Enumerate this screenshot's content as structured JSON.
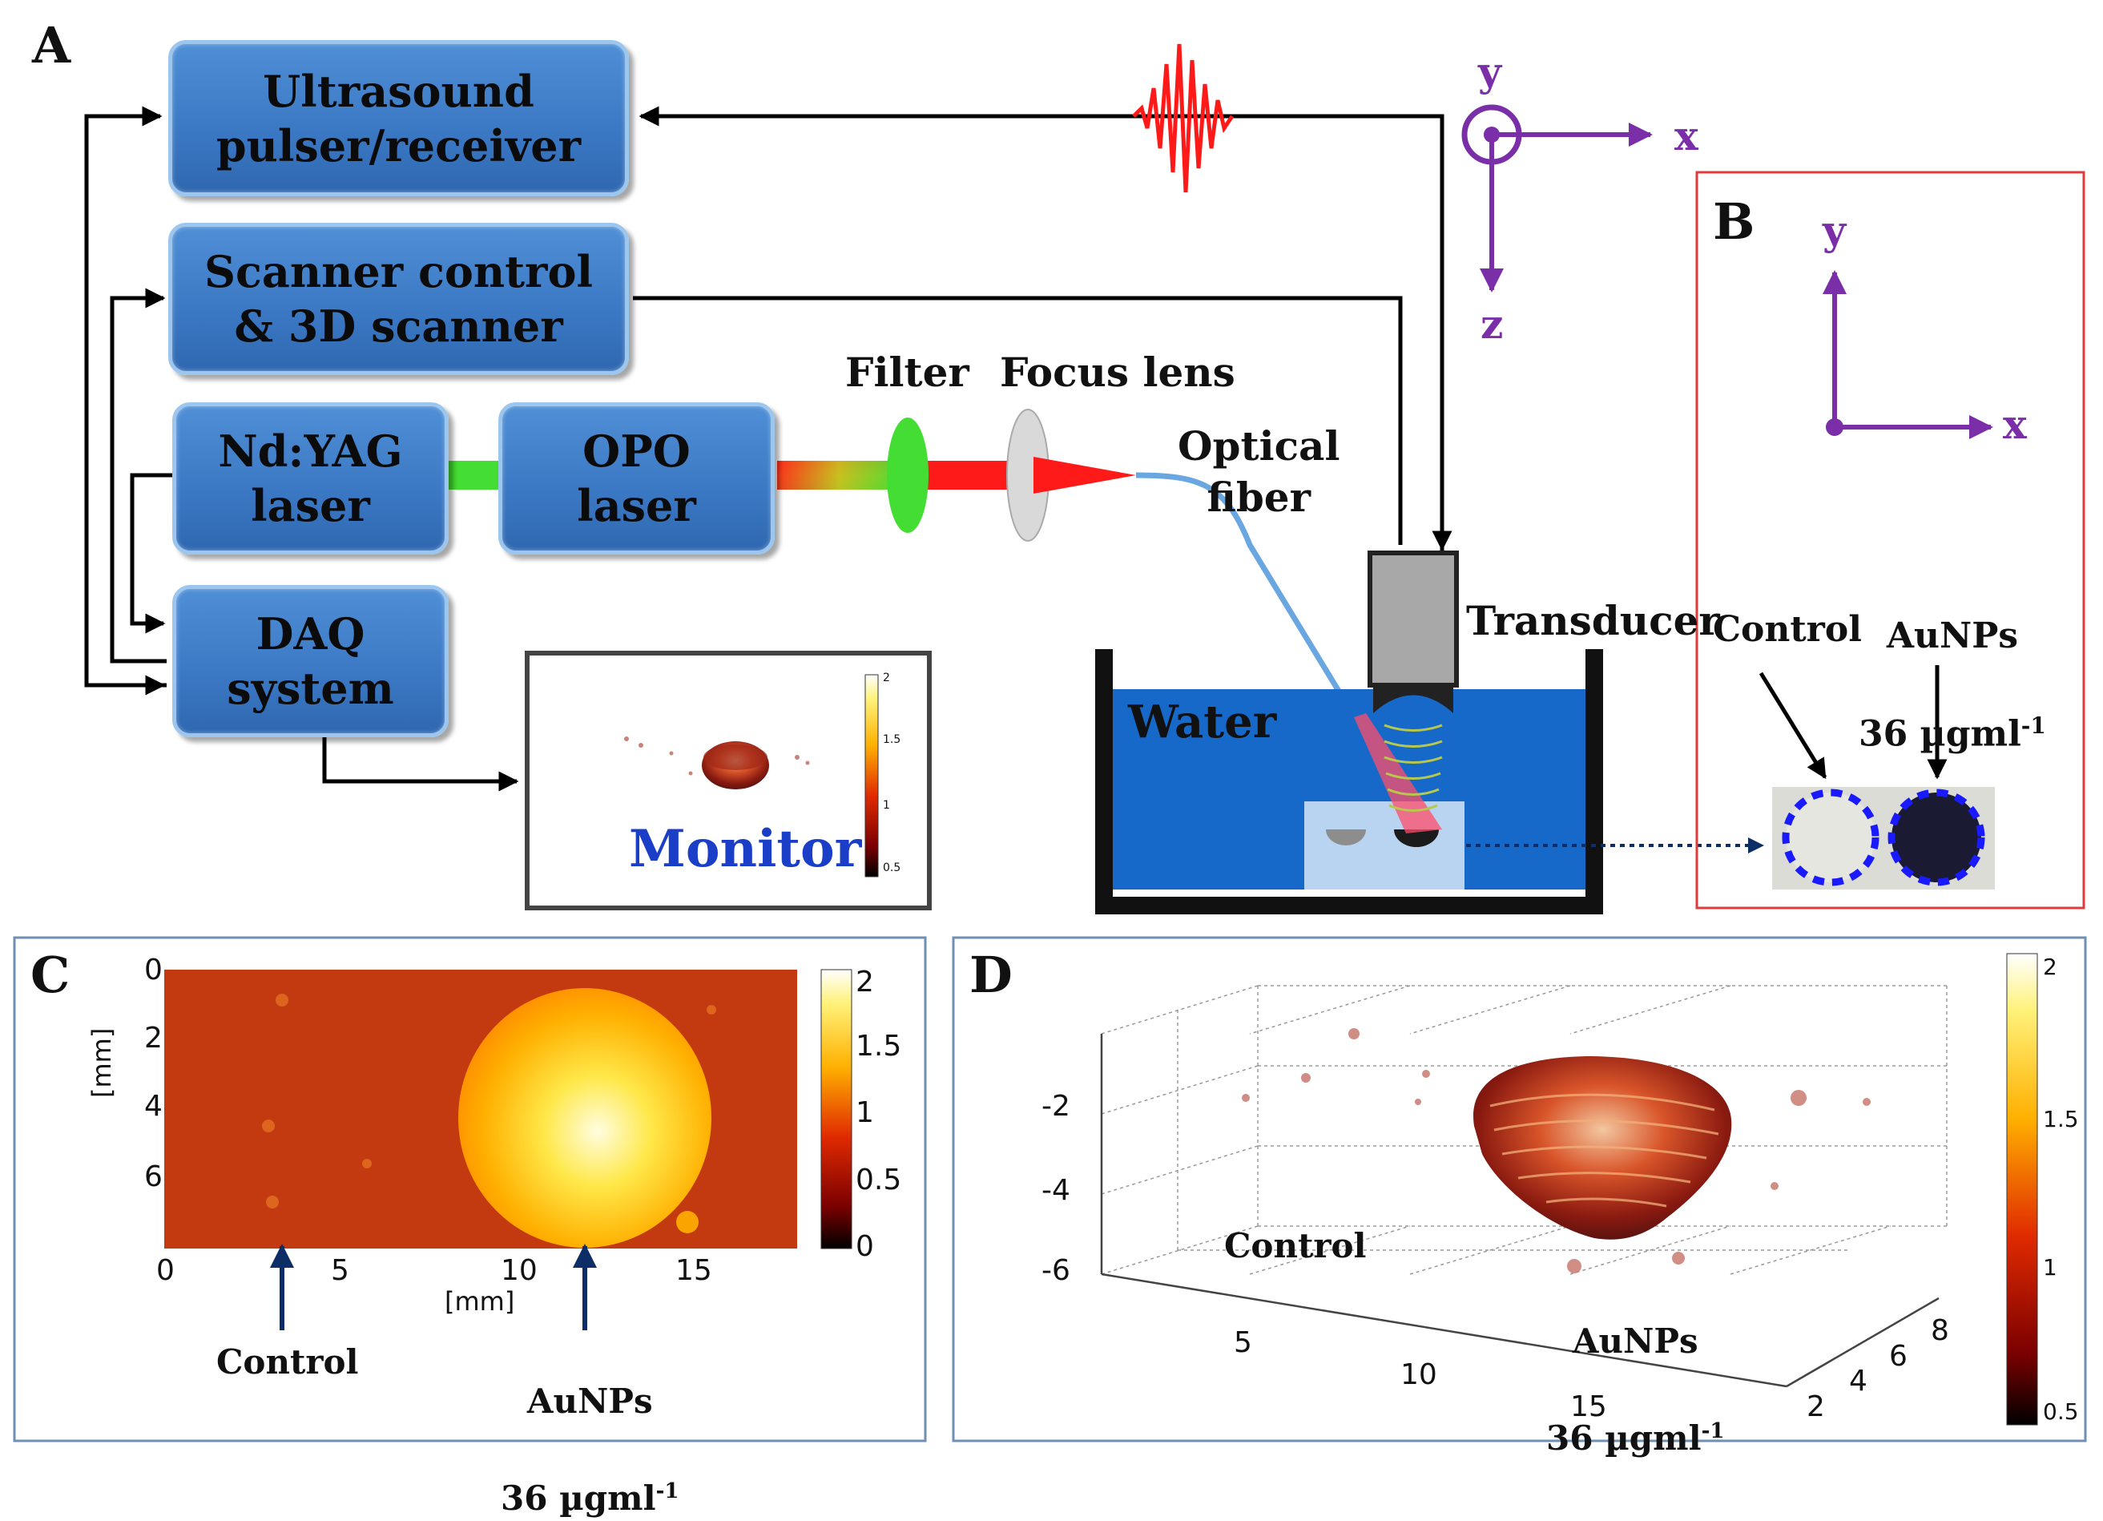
{
  "panels": {
    "a": "A",
    "b": "B",
    "c": "C",
    "d": "D"
  },
  "boxes": {
    "ultrasound": "Ultrasound\npulser/receiver",
    "scanner": "Scanner control\n& 3D scanner",
    "ndyag": "Nd:YAG\nlaser",
    "opo": "OPO\nlaser",
    "daq": "DAQ\nsystem"
  },
  "labels": {
    "filter": "Filter",
    "focus_lens": "Focus lens",
    "optical_fiber": "Optical\nfiber",
    "transducer": "Transducer",
    "water": "Water",
    "monitor": "Monitor",
    "control": "Control",
    "aunps": "AuNPs\n36 µgml⁻¹",
    "aunps_line1": "AuNPs",
    "aunps_line2": "36 µgml",
    "aunps_exp": "-1"
  },
  "axes_top": {
    "y": "y",
    "x": "x",
    "z": "z"
  },
  "axes_b": {
    "y": "y",
    "x": "x"
  },
  "monitor_colorbar": [
    "2",
    "1.5",
    "1",
    "0.5"
  ],
  "panel_c": {
    "ylabel": "[mm]",
    "xlabel": "[mm]",
    "yticks": [
      "0",
      "2",
      "4",
      "6"
    ],
    "xticks": [
      "0",
      "5",
      "10",
      "15"
    ],
    "colorbar_ticks": [
      "2",
      "1.5",
      "1",
      "0.5",
      "0"
    ],
    "control": "Control",
    "aunps_line1": "AuNPs",
    "aunps_line2": "36 µgml",
    "aunps_exp": "-1"
  },
  "panel_d": {
    "zticks": [
      "-2",
      "-4",
      "-6"
    ],
    "xticks": [
      "5",
      "10",
      "15"
    ],
    "yticks": [
      "2",
      "4",
      "6",
      "8"
    ],
    "colorbar_ticks": [
      "2",
      "1.5",
      "1",
      "0.5"
    ],
    "control": "Control",
    "aunps_line1": "AuNPs",
    "aunps_line2": "36 µgml",
    "aunps_exp": "-1"
  },
  "colors": {
    "box_fill": "#3b78c4",
    "box_border": "#9cc6ee",
    "axis_purple": "#7a2fa8",
    "laser_red": "#ff1a1a",
    "laser_green": "#44dd33",
    "water_blue": "#1769c9",
    "dotted_blue": "#1a1aff",
    "panel_b_border": "#e03a3a",
    "panel_cd_border": "#6f8fb4"
  }
}
